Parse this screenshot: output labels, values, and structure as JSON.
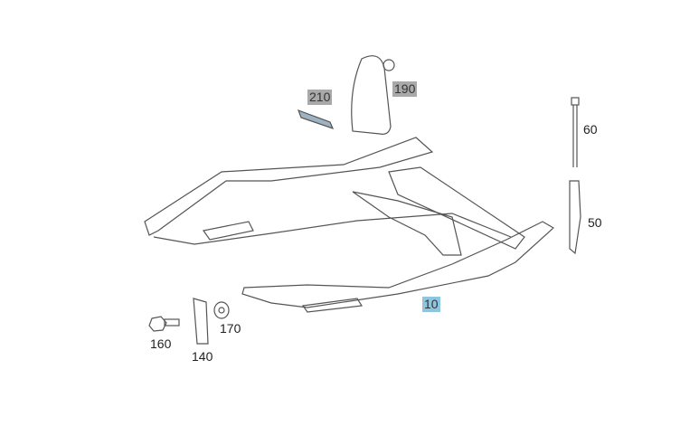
{
  "parts": [
    {
      "id": "210",
      "name": "strip",
      "highlight": "gray"
    },
    {
      "id": "190",
      "name": "cover",
      "highlight": "gray"
    },
    {
      "id": "60",
      "name": "bolt-long",
      "highlight": "none"
    },
    {
      "id": "50",
      "name": "clip-bracket",
      "highlight": "none"
    },
    {
      "id": "10",
      "name": "frame",
      "highlight": "blue"
    },
    {
      "id": "160",
      "name": "bolt",
      "highlight": "none"
    },
    {
      "id": "140",
      "name": "clamp-plate",
      "highlight": "none"
    },
    {
      "id": "170",
      "name": "nut",
      "highlight": "none"
    }
  ],
  "colors": {
    "gray": "#a9a9a9",
    "blue": "#8ec6e0",
    "line": "#555555"
  }
}
